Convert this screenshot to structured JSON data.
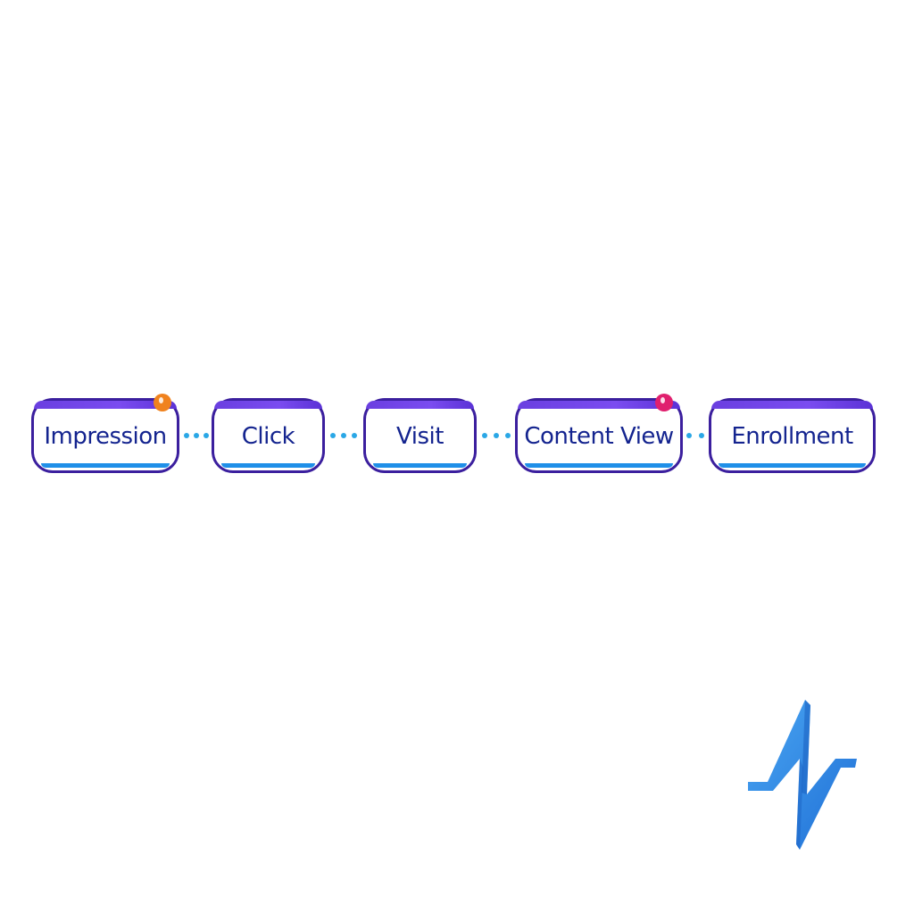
{
  "funnel": {
    "steps": [
      {
        "label": "Impression",
        "badge_color": "#f0821e"
      },
      {
        "label": "Click"
      },
      {
        "label": "Visit"
      },
      {
        "label": "Content View",
        "badge_color": "#e0206e"
      },
      {
        "label": "Enrollment"
      }
    ]
  },
  "colors": {
    "border": "#3b1f9e",
    "top_band": "#6a3fe0",
    "bottom_band": "#1f8fe8",
    "text": "#14248f",
    "connector_dots": "#2aa7e6",
    "logo": "#2f8de6"
  },
  "logo": {
    "icon": "pulse-logo-icon"
  }
}
